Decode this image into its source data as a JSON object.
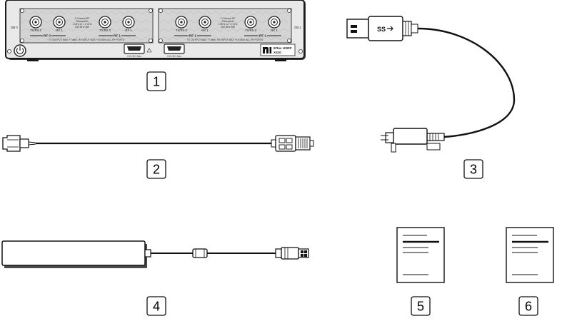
{
  "callouts": [
    "1",
    "2",
    "3",
    "4",
    "5",
    "6"
  ],
  "device": {
    "db_left": "DB 0",
    "db_right": "DB 1",
    "rf_left": "RF 0",
    "rf_right": "RF 1",
    "rf_left_second": "RF 1",
    "rf_right_first": "RF 1",
    "port_labels_left": [
      "TX/RX 0",
      "RX 1",
      "TX/RX 0",
      "RX 1"
    ],
    "port_labels_right": [
      "TX/RX 0",
      "RX 1",
      "TX/RX 0",
      "RX 1"
    ],
    "transceiver_left": [
      "2-Channel RF",
      "Transceiver",
      "1 MHz to 7.2 GHz",
      "400 MHz BW"
    ],
    "transceiver_right": [
      "2-Channel RF",
      "Transceiver",
      "1 MHz to 7.2 GHz",
      "400 MHz BW"
    ],
    "rating_text_left": "TX OUTPUT MAX +7 dBm, RX INPUT MAX +10 dBm, ALL RF PORTS",
    "rating_text_right": "TX OUTPUT MAX +7 dBm, RX INPUT MAX +10 dBm, ALL RF PORTS",
    "hdmi_left_label": "3.3 VDC Max",
    "hdmi_right_label": "3.3 VDC Max",
    "brand_logo": "ni",
    "brand_line1": "Ettus USRP",
    "brand_line2": "X410"
  },
  "usb": {
    "logo_text": "SS"
  },
  "icons": {
    "power": "power-icon",
    "usb": "usb-superspeed-icon",
    "ni_logo": "ni-logo-icon"
  }
}
